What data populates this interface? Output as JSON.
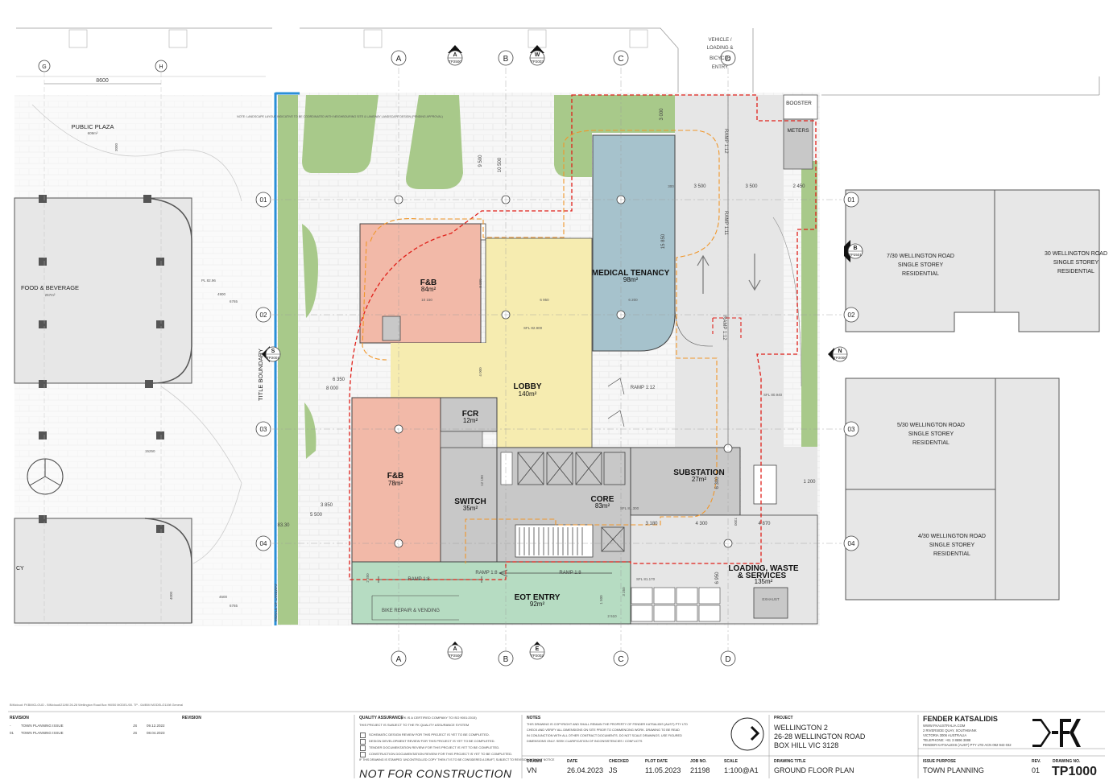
{
  "labels": {
    "public_plaza": "PUBLIC PLAZA",
    "public_plaza_area": "609m²",
    "food_beverage": "FOOD & BEVERAGE",
    "food_beverage_area": "257m²",
    "cy": "CY",
    "title_boundary": "TITLE BOUNDARY",
    "middle_of_laneway": "MIDDLE OF LANEWAY",
    "landscape_note": "NOTE: LANDSCAPE LAYOUT INDICATIVE TO BE COORDINATED WITH NEIGHBOURING SITE & LANEWAY LANDSCAPE DESIGN (PENDING APPROVAL)",
    "vehicle_entry": [
      "VEHICLE /",
      "LOADING &",
      "BICYCLE",
      "ENTRY"
    ],
    "booster": "BOOSTER",
    "meters": "METERS",
    "fb1": "F&B",
    "fb1_area": "84m²",
    "fb2": "F&B",
    "fb2_area": "78m²",
    "lobby": "LOBBY",
    "lobby_area": "140m²",
    "fcr": "FCR",
    "fcr_area": "12m²",
    "switch": "SWITCH",
    "switch_area": "35m²",
    "core": "CORE",
    "core_area": "83m²",
    "medical": "MEDICAL TENANCY",
    "medical_area": "98m²",
    "substation": "SUBSTATION",
    "substation_area": "27m²",
    "loading": "LOADING, WASTE",
    "loading2": "& SERVICES",
    "loading_area": "135m²",
    "eot": "EOT ENTRY",
    "eot_area": "92m²",
    "bike": "BIKE REPAIR & VENDING",
    "exhaust": "EXHAUST",
    "ramp_112": "RAMP 1:12",
    "ramp_111": "RAMP 1:11",
    "ramp_18": "RAMP 1:8",
    "sfl_1": "SFL 82.900",
    "sfl_2": "SFL 80.940",
    "sfl_3": "SFL 81.300",
    "sfl_4": "SFL 81.170",
    "n7": [
      "7/30 WELLINGTON ROAD",
      "SINGLE STOREY",
      "RESIDENTIAL"
    ],
    "n30": [
      "30 WELLINGTON ROAD",
      "SINGLE STOREY",
      "RESIDENTIAL"
    ],
    "n5": [
      "5/30 WELLINGTON ROAD",
      "SINGLE STOREY",
      "RESIDENTIAL"
    ],
    "n4": [
      "4/30 WELLINGTON ROAD",
      "SINGLE STOREY",
      "RESIDENTIAL"
    ]
  },
  "dimensions": {
    "d8600": "8600",
    "d6350": "6 350",
    "d8000": "8 000",
    "d3850": "3 850",
    "d5500": "5 500",
    "d8330": "83.30",
    "d9500": "9 500",
    "d10500": "10 500",
    "d3000": "3 000",
    "d3500a": "3 500",
    "d3500b": "3 500",
    "d2450": "2 450",
    "d300": "300",
    "d10150": "10 150",
    "d6950": "6 950",
    "d6200": "6 200",
    "d15850": "15 850",
    "d8900": "8 900",
    "d4000": "4 000",
    "d12190": "12 190",
    "d3180": "3 180",
    "d4300": "4 300",
    "d4870": "4 870",
    "d1200": "1 200",
    "d6300": "6 300",
    "d6950v": "6 950",
    "d1500": "1 500",
    "d2510": "2 510",
    "d3250": "3 250",
    "d2350": "2 350",
    "d4500": "4500",
    "d15250": "15250",
    "d4000b": "4000",
    "d7300": "7300",
    "dpl": "PL 82.96",
    "d4900": "4900",
    "d6765a": "6765",
    "d6765b": "6765",
    "d3000b": "3000"
  },
  "grid": {
    "cols_top": [
      "A",
      "B",
      "C",
      "D"
    ],
    "rows": [
      "01",
      "02",
      "03",
      "04"
    ],
    "left_cols": [
      "G",
      "H"
    ]
  },
  "sections": {
    "a_top": {
      "letter": "A",
      "ref": "TP2500"
    },
    "w_top": {
      "letter": "W",
      "ref": "TP2003"
    },
    "s_left": {
      "letter": "S",
      "ref": "TP2001"
    },
    "b_right": {
      "letter": "B",
      "ref": "TP2501"
    },
    "n_right": {
      "letter": "N",
      "ref": "TP2000"
    },
    "a_bottom": {
      "letter": "A",
      "ref": "TP2500"
    },
    "e_bottom": {
      "letter": "E",
      "ref": "TP2002"
    }
  },
  "title_block": {
    "bim_path": "BIMcloud: FKBIMCLOUD - BIMcloud/21198 26-28 Wellington Road Box Hill/50 MODEL/00. TP - 0A/BIM MODEL/21198 General",
    "revision_head": "REVISION",
    "revision_head2": "REVISION",
    "revisions": [
      {
        "rev": "-",
        "desc": "TOWN PLANNING ISSUE",
        "by": "JS",
        "date": "09.12.2022"
      },
      {
        "rev": "01",
        "desc": "TOWN PLANNING ISSUE",
        "by": "JS",
        "date": "08.04.2023"
      }
    ],
    "qa_head": "QUALITY ASSURANCE",
    "qa_sub": "(FK IS A CERTIFIED COMPANY TO ISO 9001:2015)",
    "qa_line": "THIS PROJECT IS SUBJECT TO THE FK QUALITY ASSURANCE SYSTEM",
    "qa_items": [
      "SCHEMATIC DESIGN REVIEW FOR THIS PROJECT IS YET TO BE COMPLETED.",
      "DESIGN DEVELOPMENT REVIEW FOR THIS PROJECT IS YET TO BE COMPLETED.",
      "TENDER DOCUMENTATION REVIEW FOR THIS PROJECT IS YET TO BE COMPLETED.",
      "CONSTRUCTION DOCUMENTATION REVIEW FOR THIS PROJECT IS YET TO BE COMPLETED."
    ],
    "qa_foot": "IF THIS DRAWING IS STAMPED 'UNCONTROLLED COPY' THEN IT IS TO BE CONSIDERED A DRAFT, SUBJECT TO REVISION WITHOUT NOTICE",
    "not_for_construction": "NOT FOR CONSTRUCTION",
    "notes_head": "NOTES",
    "notes": [
      "THIS DRAWING IS COPYRIGHT AND SHALL REMAIN THE PROPERTY OF FENDER KATSALIDIS (AUST) PTY LTD",
      "CHECK AND VERIFY ALL DIMENSIONS ON SITE PRIOR TO COMMENCING WORK. DRAWING TO BE READ",
      "IN CONJUNCTION WITH ALL OTHER CONTRACT DOCUMENTS. DO NOT SCALE DRAWINGS. USE FIGURED",
      "DIMENSIONS ONLY. SEEK CLARIFICATION OF INCONSISTENCIES / CONFLICTS"
    ],
    "fields": [
      {
        "head": "DRAWN",
        "val": "VN"
      },
      {
        "head": "DATE",
        "val": "26.04.2023"
      },
      {
        "head": "CHECKED",
        "val": "JS"
      },
      {
        "head": "PLOT DATE",
        "val": "11.05.2023"
      },
      {
        "head": "JOB NO.",
        "val": "21198"
      },
      {
        "head": "SCALE",
        "val": "1:100@A1"
      }
    ],
    "project_head": "PROJECT",
    "project_lines": [
      "WELLINGTON 2",
      "26-28 WELLINGTON ROAD",
      "BOX HILL VIC 3128"
    ],
    "drawing_title_head": "DRAWING TITLE",
    "drawing_title": "GROUND FLOOR PLAN",
    "firm": "FENDER KATSALIDIS",
    "firm_lines": [
      "WWW.FKAUSTRALIA.COM",
      "2 RIVERSIDE QUAY, SOUTHBANK",
      "VICTORIA 3006 AUSTRALIA",
      "TELEPHONE: +61 3 8696 3888",
      "FENDER KATSALIDIS (AUST) PTY LTD ACN 092 943 032"
    ],
    "issue_head": "ISSUE PURPOSE",
    "issue": "TOWN PLANNING",
    "rev_head": "REV.",
    "rev": "01",
    "drawing_no_head": "DRAWING NO.",
    "drawing_no": "TP1000"
  },
  "colors": {
    "fb": "#f2b9a8",
    "lobby": "#f6ecb0",
    "medical": "#a6c2cc",
    "core": "#c8c8c8",
    "eot": "#b6dcc2",
    "landscape": "#a8c98a",
    "driveway": "#e6e6e6",
    "red_line": "#e0201a",
    "orange_line": "#f0962a",
    "blue_line": "#2a8fd8"
  }
}
